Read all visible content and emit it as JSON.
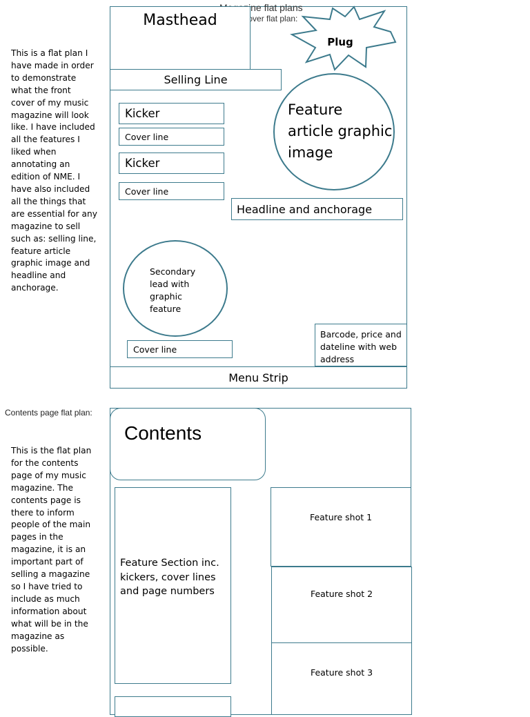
{
  "header": {
    "title": "Magazine flat plans",
    "subtitle": "Front cover flat plan:"
  },
  "cover": {
    "masthead": "Masthead",
    "plug": "Plug",
    "selling_line": "Selling Line",
    "kicker_1": "Kicker",
    "cover_line_1": "Cover line",
    "kicker_2": "Kicker",
    "cover_line_2": "Cover line",
    "feature_image_lines": [
      "Feature",
      "article graphic",
      "image"
    ],
    "headline": "Headline and anchorage",
    "secondary_lead_lines": [
      "Secondary",
      "lead with",
      "graphic",
      "feature"
    ],
    "cover_line_3": "Cover line",
    "barcode_lines": [
      "Barcode, price and",
      "dateline with web",
      "address"
    ],
    "menu_strip": "Menu Strip"
  },
  "cover_note_lines": [
    "This is a flat plan I",
    "have made in order",
    "to demonstrate",
    "what the front",
    "cover of my music",
    "magazine will look",
    "like. I have included",
    "all the features I",
    "liked when",
    "annotating an",
    "edition of NME. I",
    "have also included",
    "all the things that",
    "are essential for any",
    "magazine to sell",
    "such as: selling line,",
    "feature article",
    "graphic image and",
    "headline and",
    "anchorage."
  ],
  "contents_label": "Contents page flat plan:",
  "contents": {
    "title": "Contents",
    "feature_section_lines": [
      "Feature Section inc.",
      "kickers, cover lines",
      "and page numbers"
    ],
    "shot_1": "Feature shot 1",
    "shot_2": "Feature shot 2",
    "shot_3": "Feature shot 3"
  },
  "contents_note_lines": [
    "This is the flat plan",
    "for the contents",
    "page of my music",
    "magazine. The",
    "contents page is",
    "there to inform",
    "people of the main",
    "pages in the",
    "magazine, it is an",
    "important part of",
    "selling a magazine",
    "so I have tried to",
    "include as much",
    "information about",
    "what will be in the",
    "magazine as",
    "possible."
  ],
  "colors": {
    "border": "#3c7a8c"
  }
}
